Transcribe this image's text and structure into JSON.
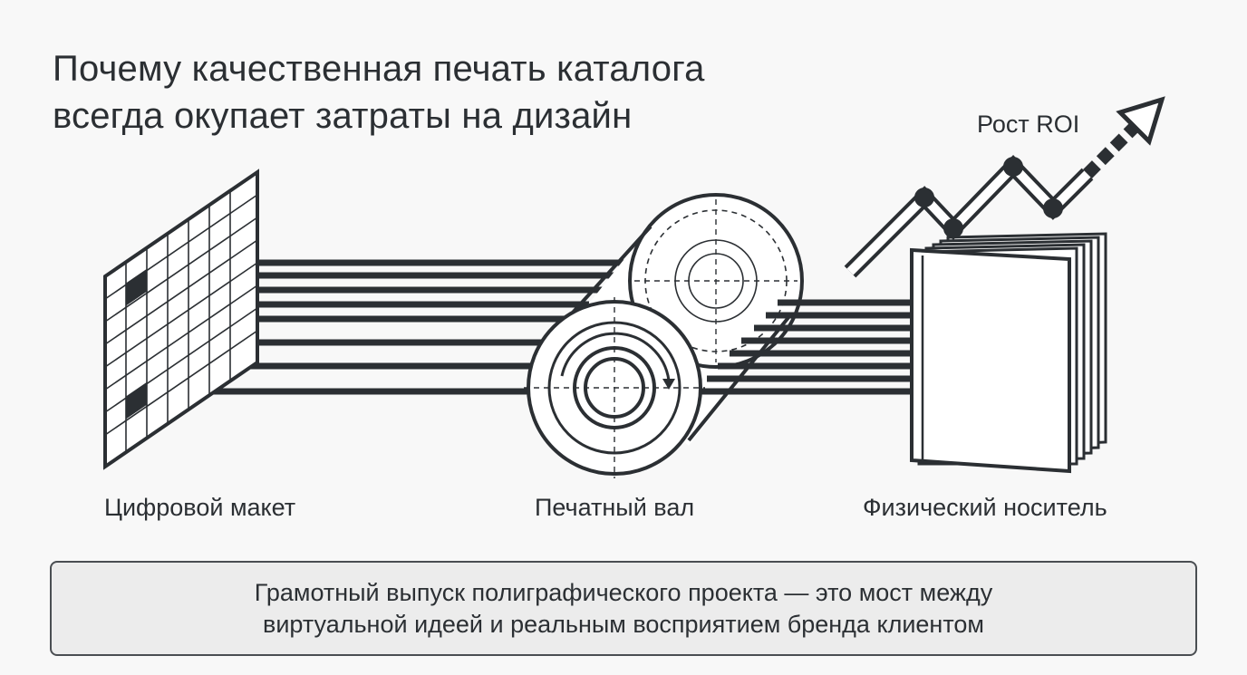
{
  "title": {
    "line1": "Почему качественная печать каталога",
    "line2": "всегда окупает затраты на дизайн"
  },
  "stages": [
    {
      "label": "Цифровой макет",
      "icon": "grid-layout-icon"
    },
    {
      "label": "Печатный вал",
      "icon": "print-roller-icon"
    },
    {
      "label": "Физический носитель",
      "icon": "printed-book-icon"
    }
  ],
  "roi": {
    "label": "Рост ROI",
    "icon": "growth-arrow-icon"
  },
  "caption": {
    "line1": "Грамотный выпуск полиграфического проекта — это мост между",
    "line2": "виртуальной идеей и реальным восприятием бренда клиентом"
  },
  "colors": {
    "ink": "#2b2f33",
    "background": "#f8f8f8",
    "caption_fill": "#ececec"
  }
}
